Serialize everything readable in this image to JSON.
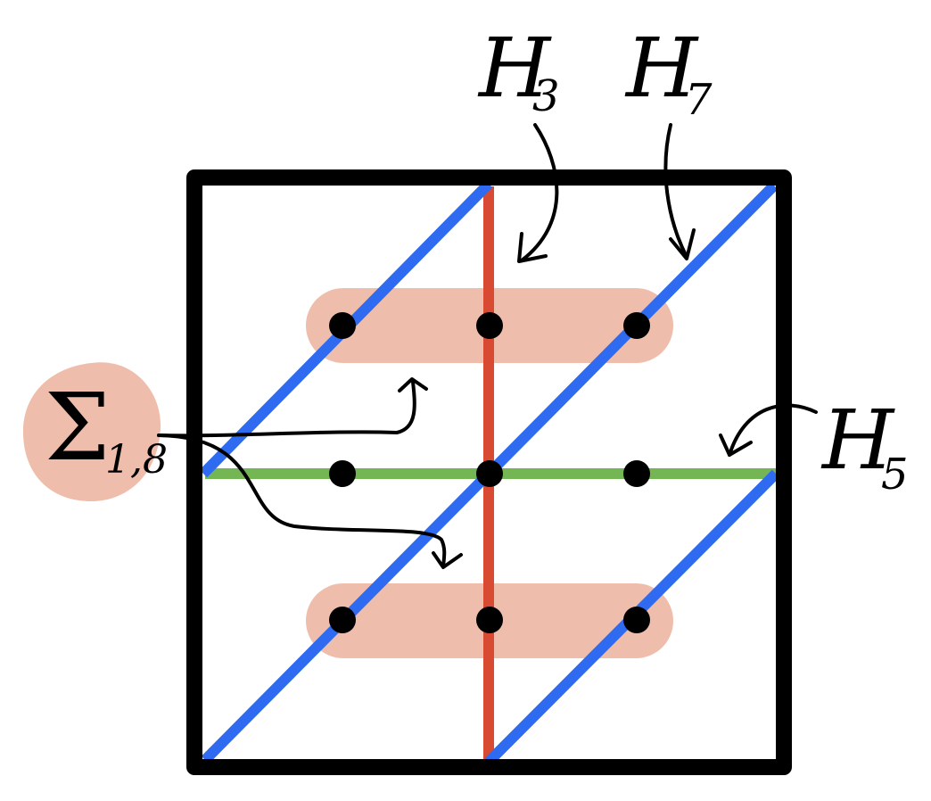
{
  "labels": {
    "h3": {
      "main": "H",
      "sub": "3"
    },
    "h7": {
      "main": "H",
      "sub": "7"
    },
    "h5": {
      "main": "H",
      "sub": "5"
    },
    "sigma": {
      "main": "Σ",
      "sub": "1,8"
    }
  },
  "colors": {
    "frame": "#000000",
    "blue_lines": "#2f6bf0",
    "red_line": "#d94a33",
    "green_line": "#74b653",
    "highlight": "#efbdab",
    "points": "#000000",
    "arrows": "#000000"
  },
  "icons": [
    "right-angle-bent-arrow-icon"
  ]
}
